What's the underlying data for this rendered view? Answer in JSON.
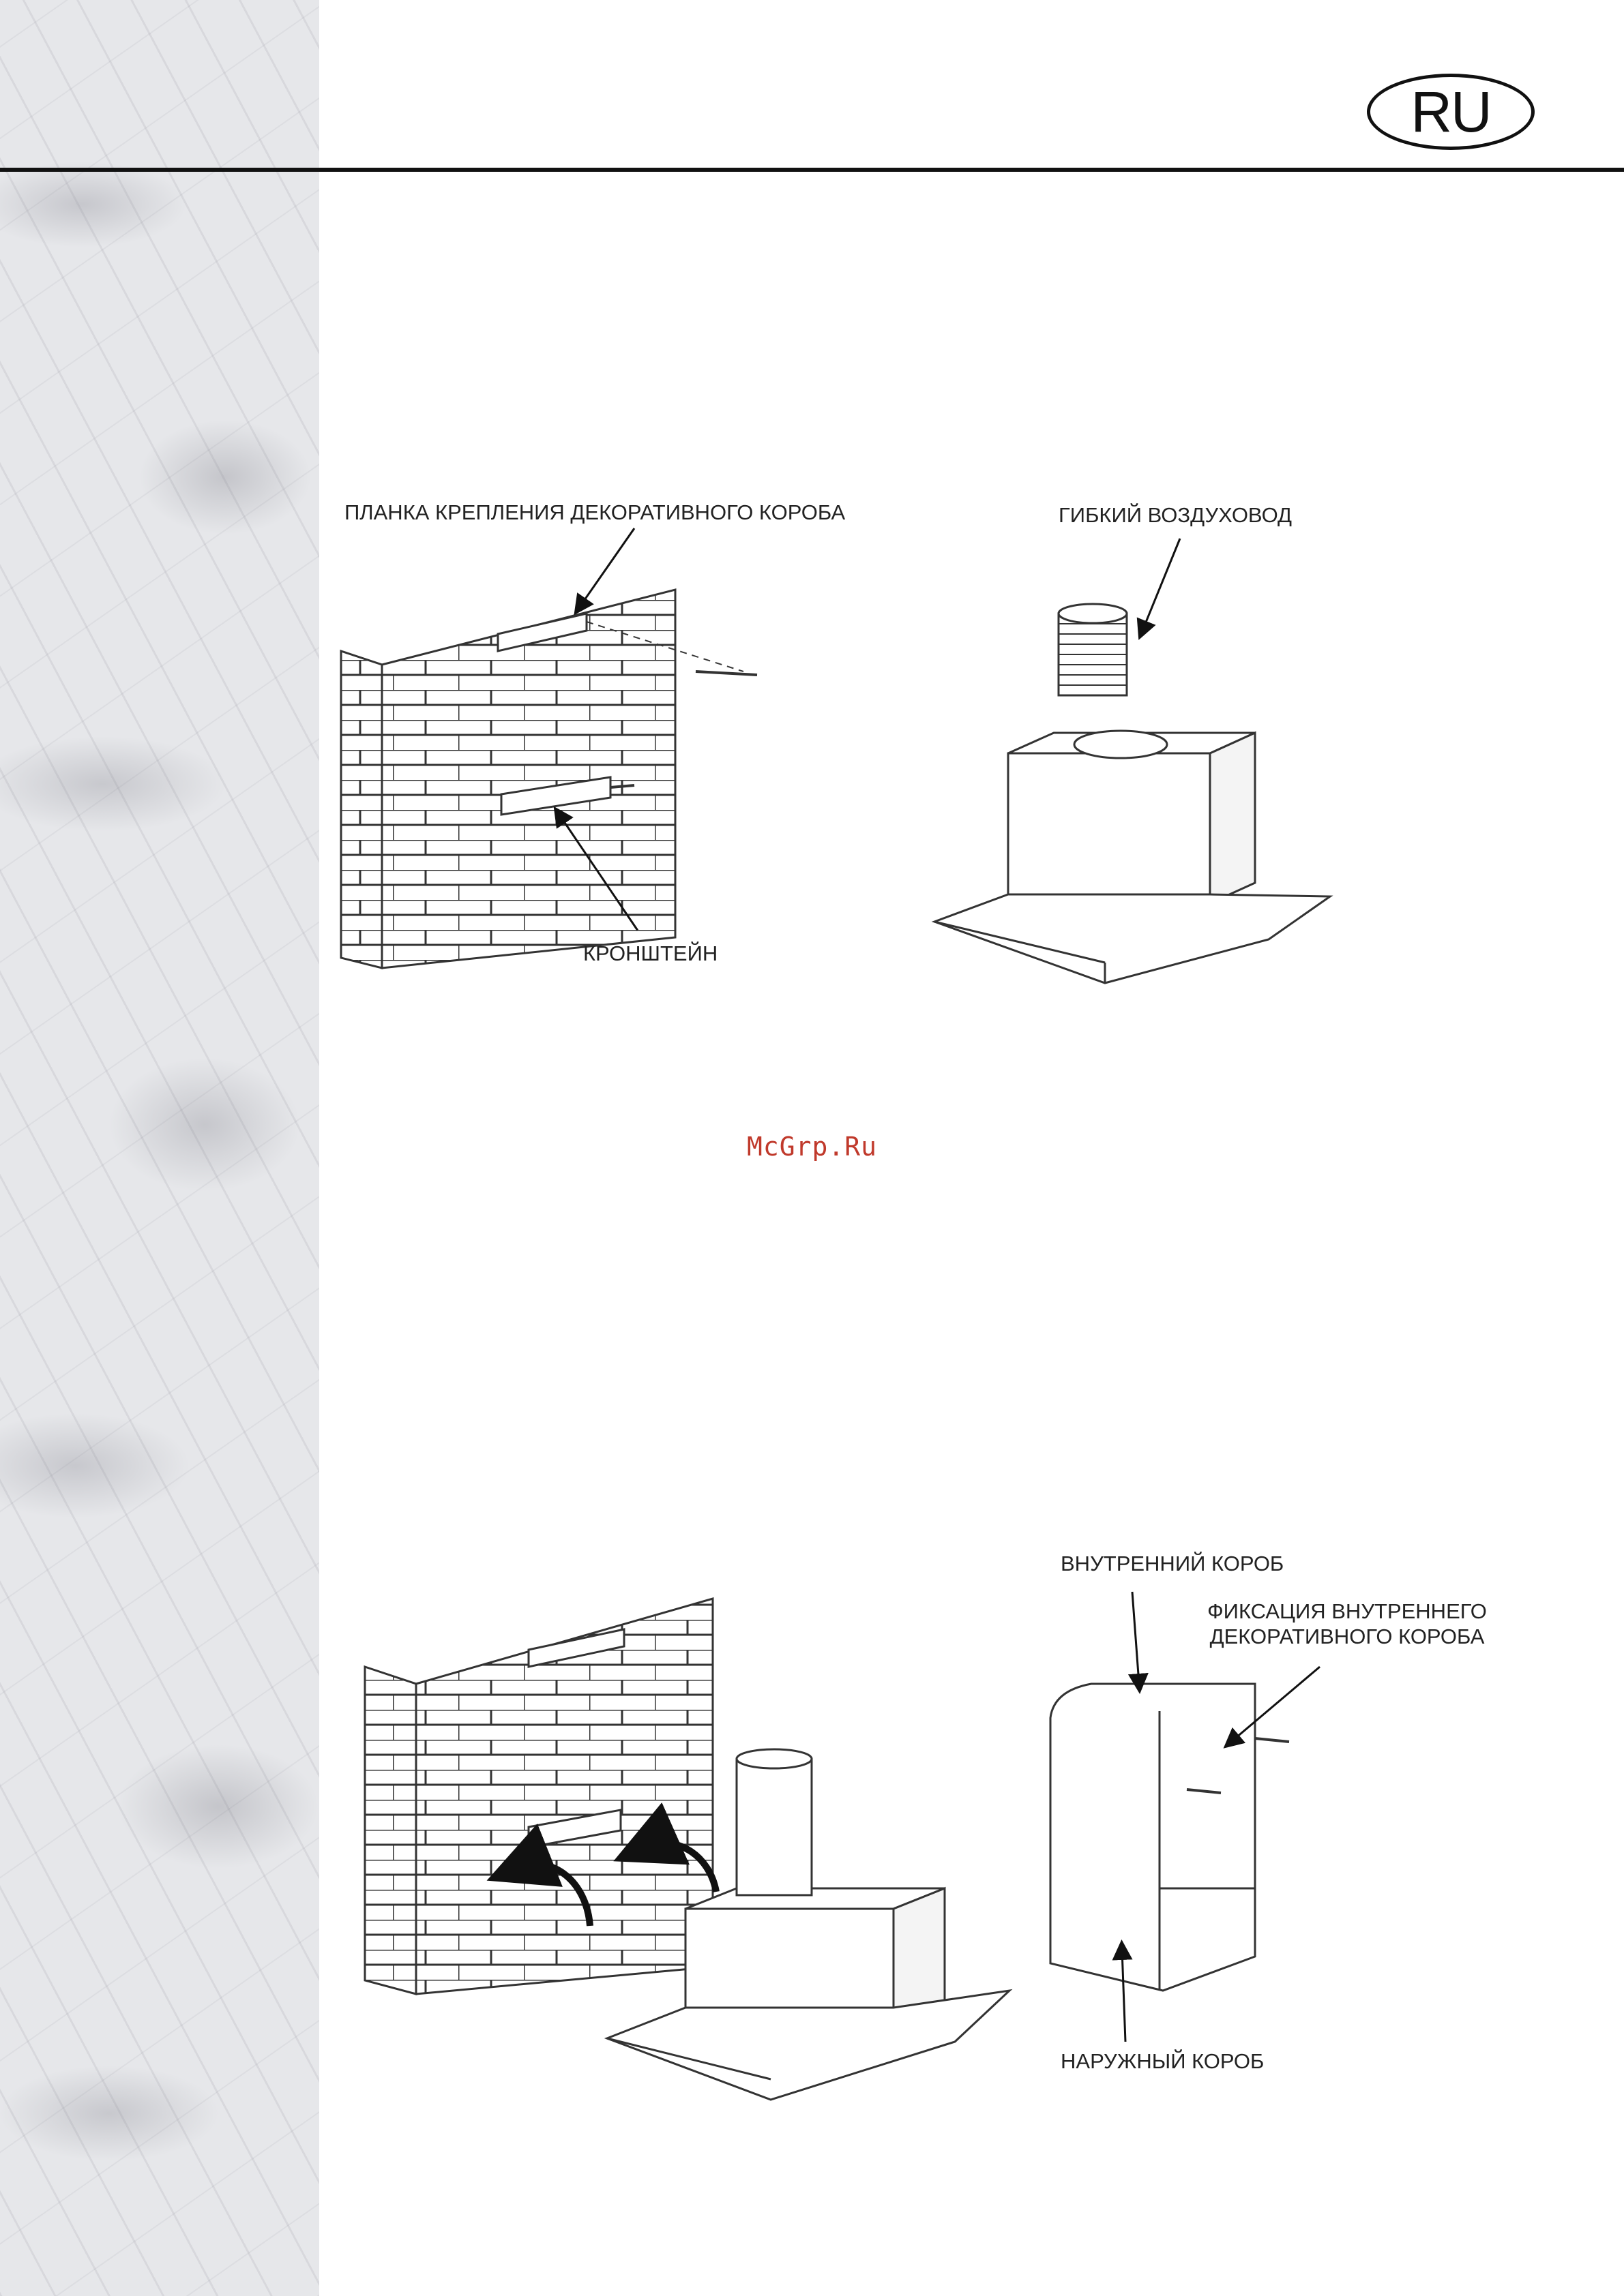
{
  "page": {
    "language_badge": "RU",
    "watermark": "McGrp.Ru"
  },
  "figure_top": {
    "label_mounting_strip": "ПЛАНКА КРЕПЛЕНИЯ ДЕКОРАТИВНОГО КОРОБА",
    "label_bracket": "КРОНШТЕЙН",
    "label_flexible_duct": "ГИБКИЙ ВОЗДУХОВОД"
  },
  "figure_bottom": {
    "label_inner_box": "ВНУТРЕННИЙ КОРОБ",
    "label_fixing_line1": "ФИКСАЦИЯ ВНУТРЕННЕГО",
    "label_fixing_line2": "ДЕКОРАТИВНОГО КОРОБА",
    "label_outer_box": "НАРУЖНЫЙ КОРОБ"
  }
}
